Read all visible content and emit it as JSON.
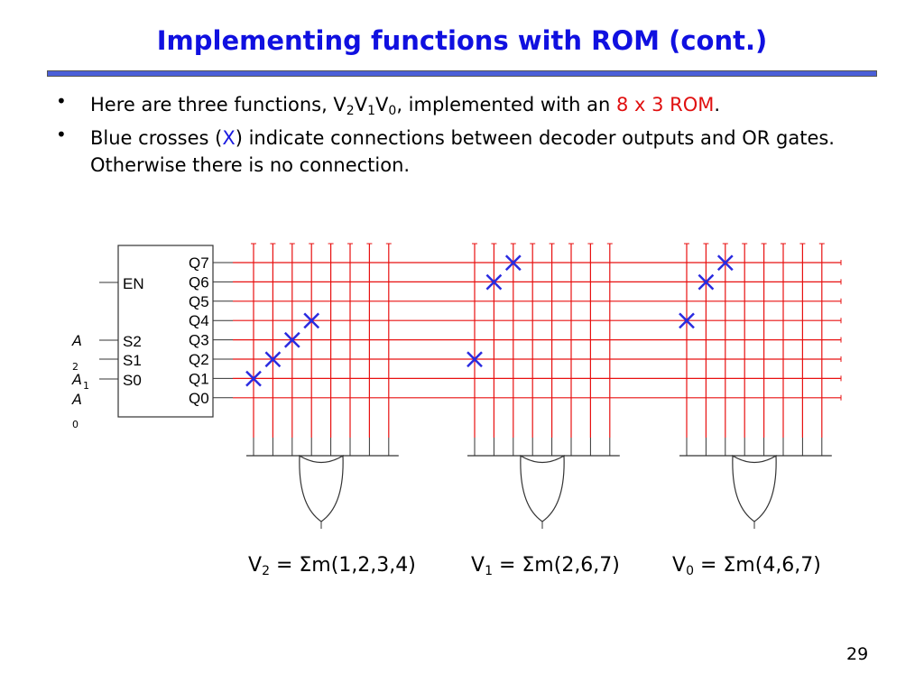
{
  "title": "Implementing functions with ROM (cont.)",
  "bullets": [
    {
      "pre": "Here are three functions, V",
      "s1": "2",
      "m1": "V",
      "s2": "1",
      "m2": "V",
      "s3": "0",
      "mid": ", implemented with an ",
      "highlight": "8 x 3 ROM",
      "post": "."
    },
    {
      "pre": "Blue crosses (",
      "highlight": "X",
      "post": ") indicate connections between decoder outputs and OR gates. Otherwise there is no connection."
    }
  ],
  "decoder": {
    "enable_label": "EN",
    "select_labels": [
      "S2",
      "S1",
      "S0"
    ],
    "output_labels": [
      "Q7",
      "Q6",
      "Q5",
      "Q4",
      "Q3",
      "Q2",
      "Q1",
      "Q0"
    ],
    "input_labels": [
      "A",
      "2",
      "A",
      "1",
      "A",
      "0"
    ]
  },
  "functions": [
    {
      "name": "V",
      "sub": "2",
      "expr": " = Σm(1,2,3,4)",
      "minterms": [
        1,
        2,
        3,
        4
      ]
    },
    {
      "name": "V",
      "sub": "1",
      "expr": " = Σm(2,6,7)",
      "minterms": [
        2,
        6,
        7
      ]
    },
    {
      "name": "V",
      "sub": "0",
      "expr": " = Σm(4,6,7)",
      "minterms": [
        4,
        6,
        7
      ]
    }
  ],
  "colors": {
    "title": "#1010e0",
    "grid": "#e81010",
    "cross": "#2a2ae0",
    "highlight": "#e01010"
  },
  "page_number": "29"
}
